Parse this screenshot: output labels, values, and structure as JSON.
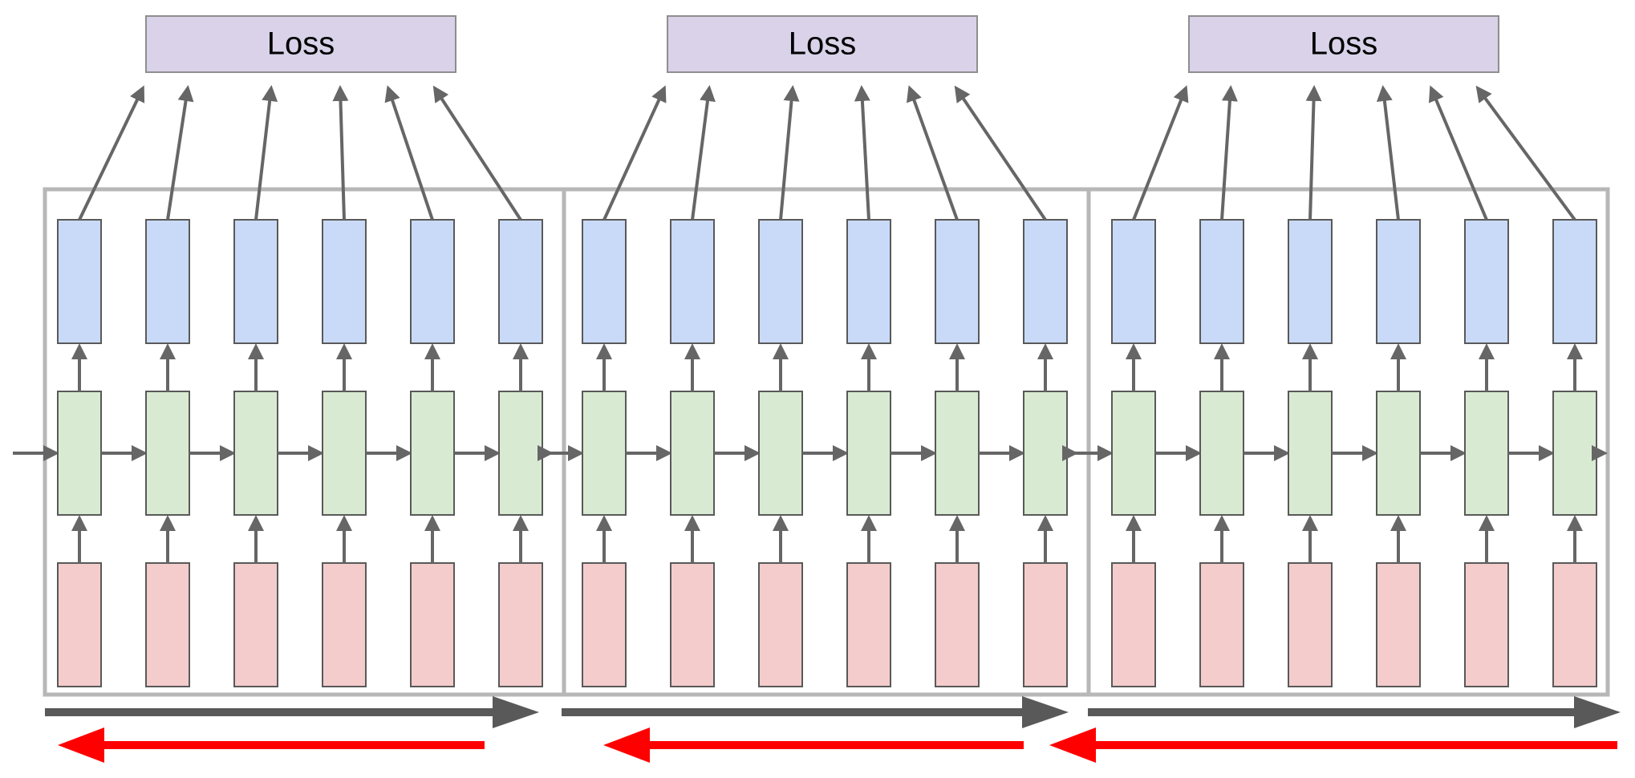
{
  "diagram": {
    "loss_label": "Loss",
    "chunks": 3,
    "steps_per_chunk": 6,
    "colors": {
      "output_cell": "#c9daf8",
      "hidden_cell": "#d9ead3",
      "input_cell": "#f4cccc",
      "loss_box": "#d9d2e9",
      "frame": "#b7b7b7",
      "arrow": "#666666",
      "forward_arrow": "#595959",
      "backward_arrow": "#ff0000"
    }
  }
}
